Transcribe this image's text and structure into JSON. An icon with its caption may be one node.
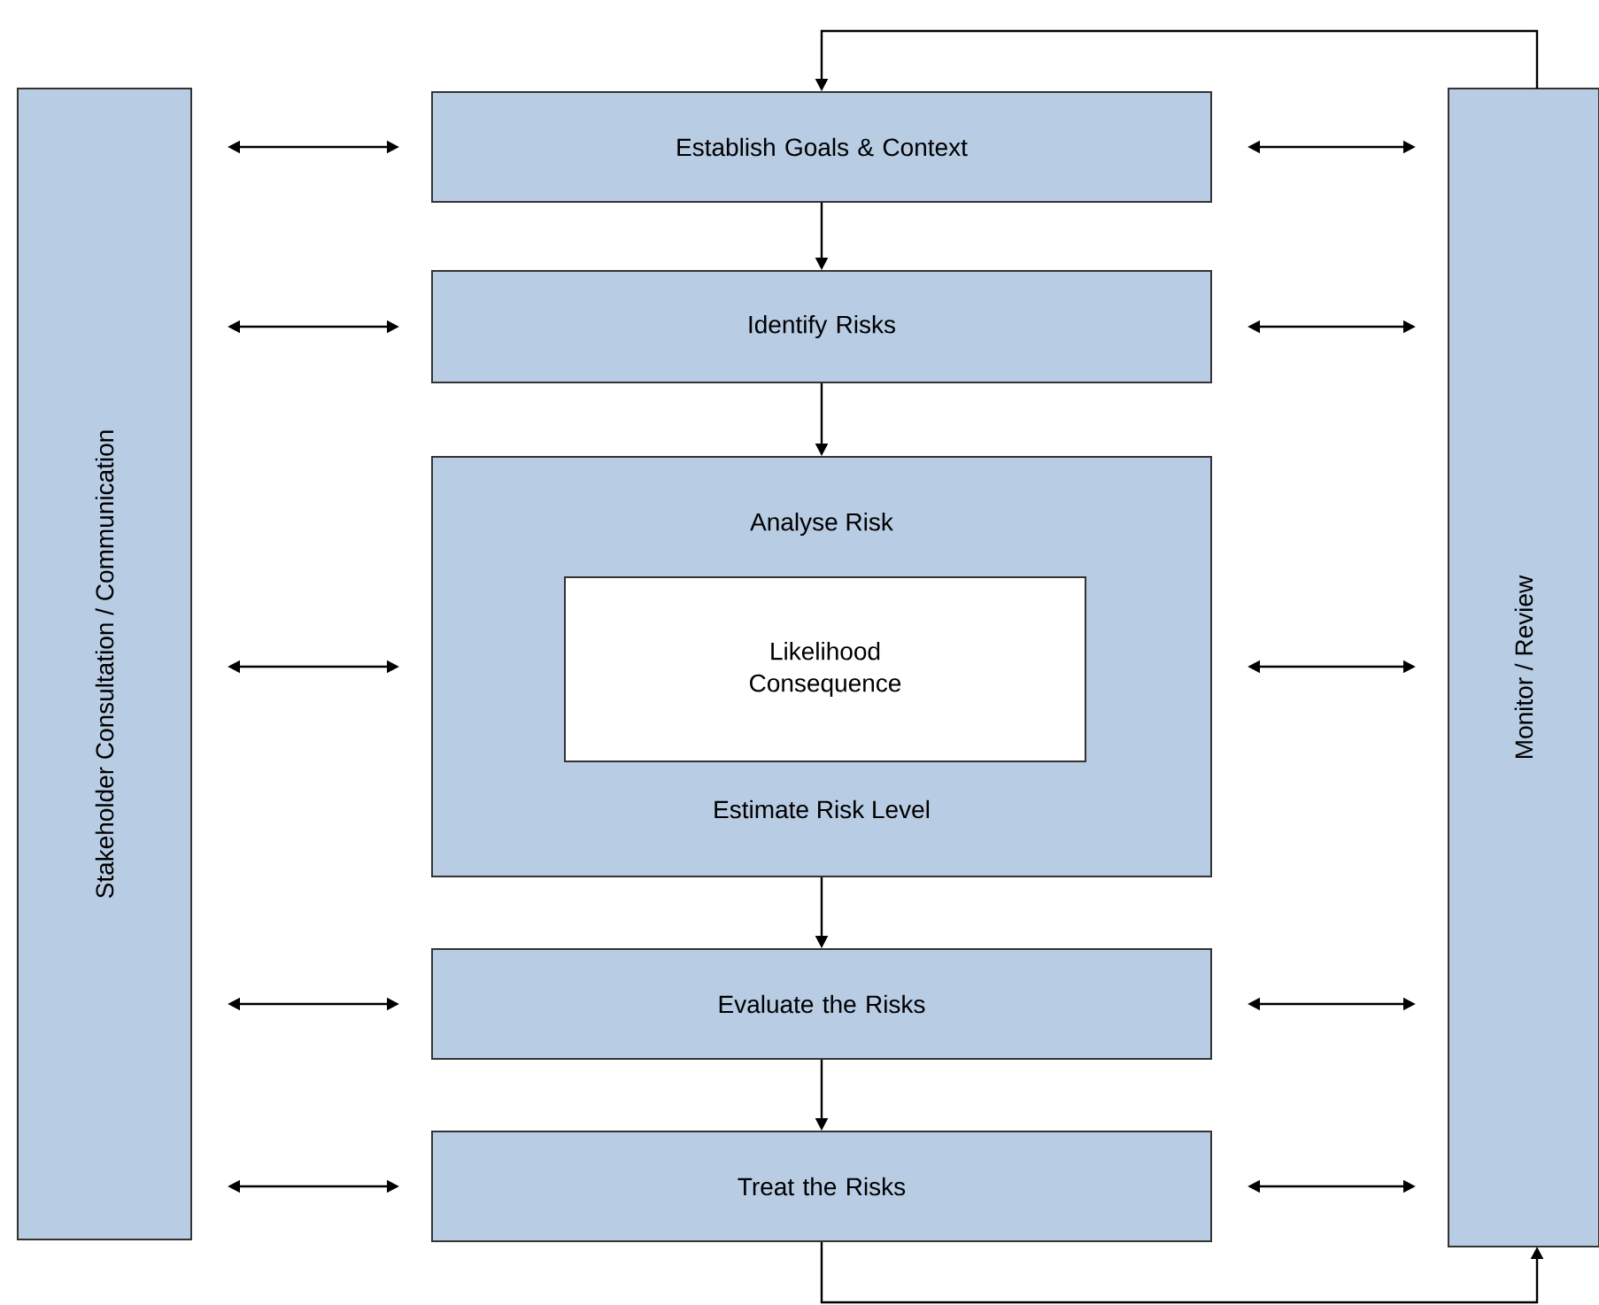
{
  "diagram": {
    "nodes": [
      {
        "text": [
          "Stakeholder Consultation / Communication"
        ]
      },
      {
        "text": [
          "Establish Goals & Context"
        ]
      },
      {
        "text": [
          "Identify Risks"
        ]
      },
      {
        "text": [
          "Analyse Risk",
          "Estimate Risk Level"
        ]
      },
      {
        "text": [
          "Likelihood Consequence"
        ],
        "in": 3
      },
      {
        "text": [
          "Evaluate the Risks"
        ]
      },
      {
        "text": [
          "Treat the Risks"
        ]
      },
      {
        "text": [
          "Monitor / Review"
        ]
      }
    ],
    "edges": [
      {
        "from": 1,
        "to": 2,
        "arrow": "to"
      },
      {
        "from": 2,
        "to": 3,
        "arrow": "to"
      },
      {
        "from": 3,
        "to": 5,
        "arrow": "to"
      },
      {
        "from": 5,
        "to": 6,
        "arrow": "to"
      },
      {
        "from": 6,
        "to": 7,
        "arrow": "to"
      },
      {
        "from": 7,
        "to": 1,
        "arrow": "to"
      },
      {
        "from": 0,
        "to": 1,
        "arrow": "both"
      },
      {
        "from": 0,
        "to": 2,
        "arrow": "both"
      },
      {
        "from": 0,
        "to": 3,
        "arrow": "both"
      },
      {
        "from": 0,
        "to": 5,
        "arrow": "both"
      },
      {
        "from": 0,
        "to": 6,
        "arrow": "both"
      },
      {
        "from": 1,
        "to": 7,
        "arrow": "both"
      },
      {
        "from": 2,
        "to": 7,
        "arrow": "both"
      },
      {
        "from": 3,
        "to": 7,
        "arrow": "both"
      },
      {
        "from": 5,
        "to": 7,
        "arrow": "both"
      },
      {
        "from": 6,
        "to": 7,
        "arrow": "both"
      }
    ]
  }
}
